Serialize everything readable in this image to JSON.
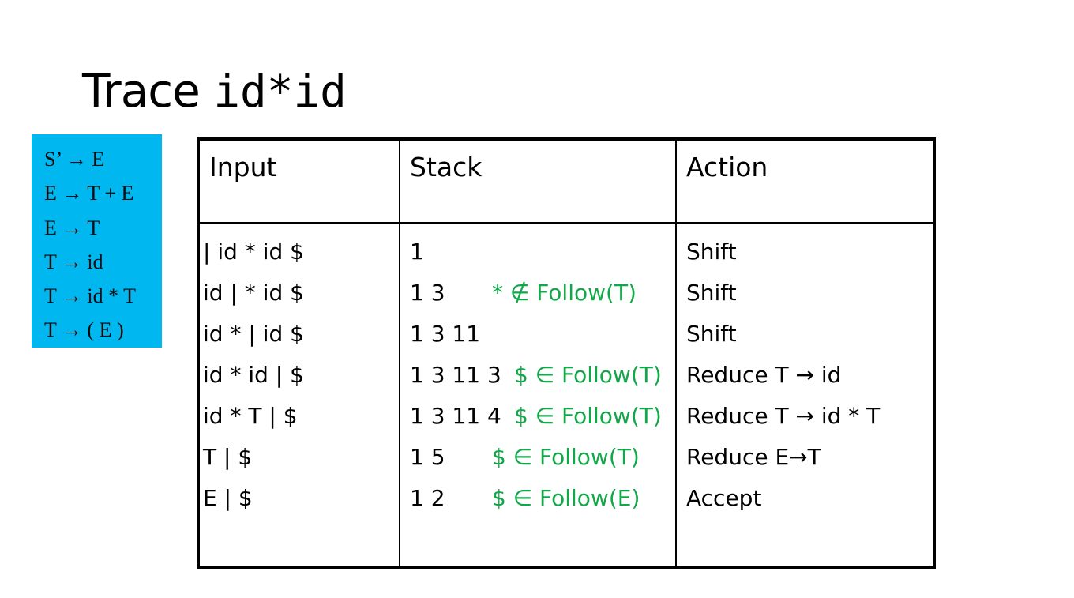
{
  "slide": {
    "title_word": "Trace",
    "title_code": "id*id"
  },
  "grammar": {
    "rules": [
      "S’ → E",
      "E → T + E",
      "E → T",
      "T → id",
      "T → id * T",
      "T → ( E )"
    ],
    "background": "#00b7ef"
  },
  "trace_table": {
    "headers": [
      "Input",
      "Stack",
      "Action"
    ],
    "rows": [
      {
        "input": "| id * id $",
        "stack": "1",
        "note": "",
        "action": "Shift"
      },
      {
        "input": "id | * id $",
        "stack": "1 3",
        "note": "* ∉ Follow(T)",
        "action": "Shift"
      },
      {
        "input": "id * | id $",
        "stack": "1 3 11",
        "note": "",
        "action": "Shift"
      },
      {
        "input": "id * id | $",
        "stack": "1 3 11 3",
        "note": "$ ∈ Follow(T)",
        "action": "Reduce T → id"
      },
      {
        "input": "id * T | $",
        "stack": "1 3 11 4",
        "note": "$ ∈ Follow(T)",
        "action": "Reduce T → id * T"
      },
      {
        "input": "T | $",
        "stack": "1 5",
        "note": "$ ∈ Follow(T)",
        "action": "Reduce E→T"
      },
      {
        "input": "E | $",
        "stack": "1 2",
        "note": "$ ∈ Follow(E)",
        "action": "Accept"
      }
    ],
    "note_color": "#12a84a"
  }
}
